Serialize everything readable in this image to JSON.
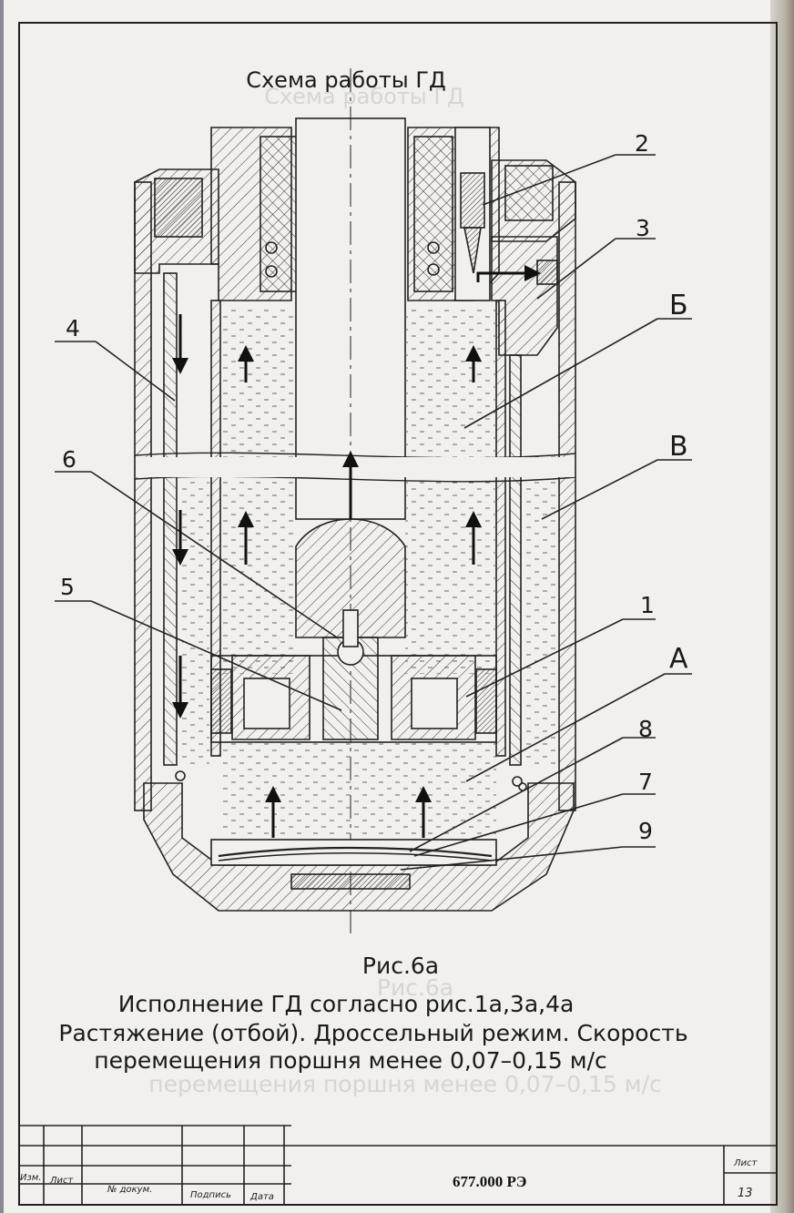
{
  "title": "Схема работы ГД",
  "labels": {
    "n1": "1",
    "n2": "2",
    "n3": "3",
    "n4": "4",
    "n5": "5",
    "n6": "6",
    "n7": "7",
    "n8": "8",
    "n9": "9",
    "A": "А",
    "B": "Б",
    "V": "В"
  },
  "caption": {
    "figure": "Рис.6а",
    "line1": "Исполнение ГД согласно рис.1а,3а,4а",
    "line2": "Растяжение (отбой). Дроссельный режим. Скорость",
    "line3": "перемещения поршня менее 0,07–0,15 м/с"
  },
  "show_through": {
    "title": "Схема работы ГД",
    "figure": "Рис.6а",
    "line3": "перемещения поршня менее 0,07–0,15 м/с"
  },
  "title_block": {
    "izm": "Изм.",
    "list": "Лист",
    "doc_no": "№ докум.",
    "sign": "Подпись",
    "date": "Дата",
    "code": "677.000 РЭ",
    "sheet_label": "Лист",
    "sheet_number": "13"
  }
}
